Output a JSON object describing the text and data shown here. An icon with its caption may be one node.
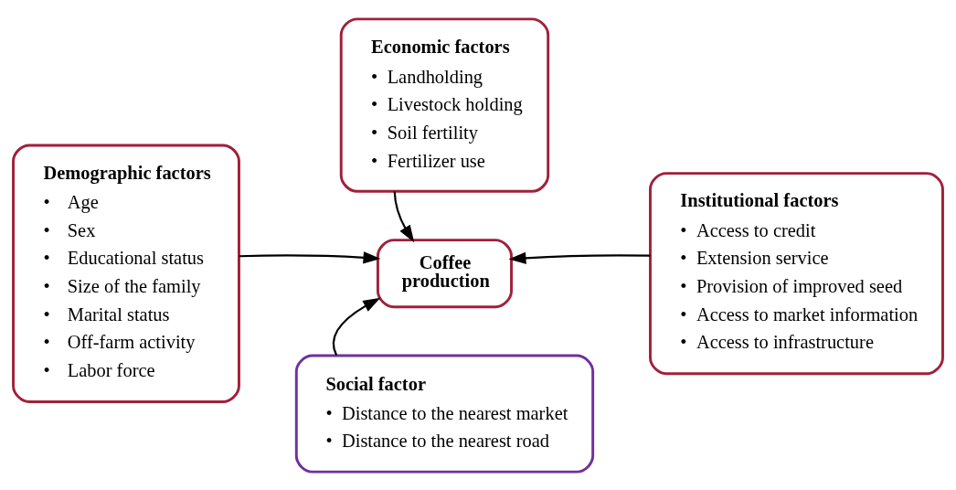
{
  "diagram": {
    "nodes": [
      {
        "text": [
          "Economic factors",
          "•\tLandholding",
          "•\tLivestock holding",
          "•\tSoil fertility",
          "•\tFertilizer use"
        ]
      },
      {
        "text": [
          "Demographic factors",
          "•\tAge",
          "•\tSex",
          "•\tEducational status",
          "•\tSize of the family",
          "•\tMarital status",
          "•\tOff-farm activity",
          "•\tLabor force"
        ]
      },
      {
        "text": [
          "Coffee production"
        ]
      },
      {
        "text": [
          "Institutional factors",
          "•\tAccess to credit",
          "•\tExtension service",
          "•\tProvision of improved seed",
          "•\tAccess to market information",
          "•\tAccess to infrastructure"
        ]
      },
      {
        "text": [
          "Social factor",
          "•\tDistance to the nearest market",
          "•\tDistance to the nearest road"
        ]
      }
    ],
    "edges": [
      {
        "from": 0,
        "to": 2,
        "arrow": "to"
      },
      {
        "from": 1,
        "to": 2,
        "arrow": "to"
      },
      {
        "from": 3,
        "to": 2,
        "arrow": "to"
      },
      {
        "from": 4,
        "to": 2,
        "arrow": "to"
      }
    ]
  }
}
